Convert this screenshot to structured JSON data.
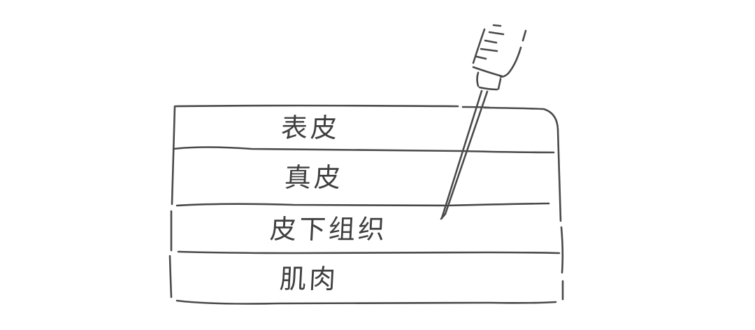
{
  "diagram": {
    "type": "skin-layer-cross-section",
    "style": "hand-drawn sketch",
    "stroke_color": "#4a4a4a",
    "background_color": "#ffffff",
    "layers": [
      {
        "id": "epidermis",
        "label": "表皮"
      },
      {
        "id": "dermis",
        "label": "真皮"
      },
      {
        "id": "subcutaneous",
        "label": "皮下组织"
      },
      {
        "id": "muscle",
        "label": "肌肉"
      }
    ],
    "instrument": {
      "name": "syringe-needle",
      "target_layer": "皮下组织"
    }
  }
}
